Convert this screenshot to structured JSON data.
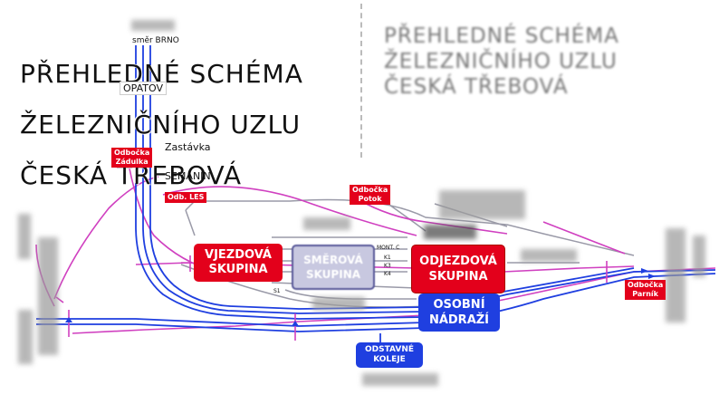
{
  "title_left": [
    "PŘEHLEDNÉ SCHÉMA",
    "ŽELEZNIČNÍHO UZLU",
    "ČESKÁ TŘEBOVÁ"
  ],
  "title_right": [
    "PŘEHLEDNÉ SCHÉMA",
    "ŽELEZNIČNÍHO UZLU",
    "ČESKÁ TŘEBOVÁ"
  ],
  "labels": {
    "smer_brno": "směr BRNO",
    "opatov": "OPATOV",
    "zastavka": "Zastávka",
    "semanin": "SEMANÍN",
    "mont_c": "MONT. C",
    "k1": "K1",
    "k3": "K3",
    "k4": "K4",
    "s1": "S1"
  },
  "boxes": {
    "vjezdova": [
      "VJEZDOVÁ",
      "SKUPINA"
    ],
    "smerova": [
      "SMĚROVÁ",
      "SKUPINA"
    ],
    "odjezdova": [
      "ODJEZDOVÁ",
      "SKUPINA"
    ],
    "osobni": [
      "OSOBNÍ",
      "NÁDRAŽÍ"
    ],
    "odstavne": [
      "ODSTAVNÉ",
      "KOLEJE"
    ]
  },
  "tags": {
    "zadulka": [
      "Odbočka",
      "Zádulka"
    ],
    "les": [
      "Odb. LES"
    ],
    "potok": [
      "Odbočka",
      "Potok"
    ],
    "parnik": [
      "Odbočka",
      "Parník"
    ]
  },
  "colors": {
    "track_blue": "#1f3fe0",
    "track_magenta": "#d040c0",
    "track_gray": "#9a9aa8",
    "box_red": "#e3001b",
    "box_blue": "#1f3fe0"
  }
}
